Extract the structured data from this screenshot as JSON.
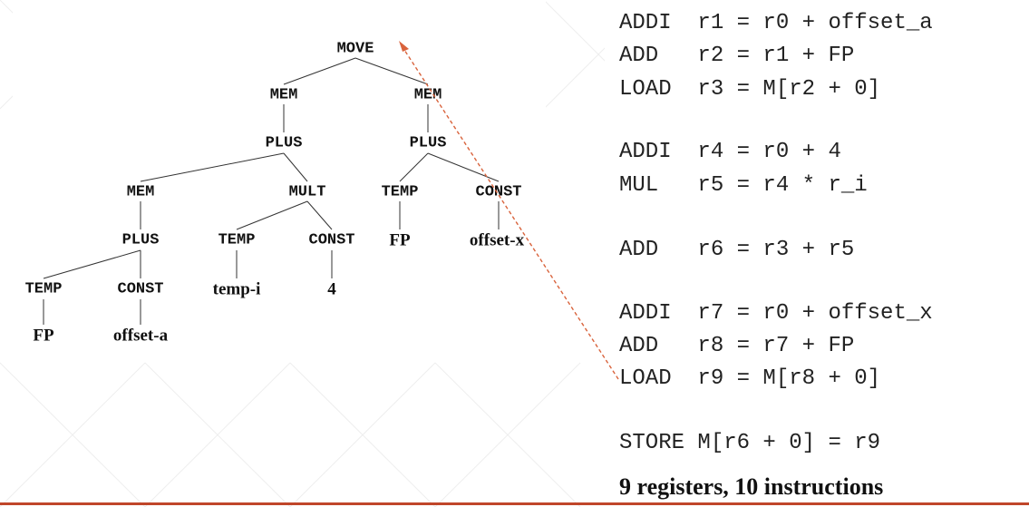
{
  "tree": {
    "nodes": [
      {
        "id": "move",
        "label": "MOVE"
      },
      {
        "id": "mem-left",
        "label": "MEM"
      },
      {
        "id": "mem-right",
        "label": "MEM"
      },
      {
        "id": "plus-left",
        "label": "PLUS"
      },
      {
        "id": "plus-right",
        "label": "PLUS"
      },
      {
        "id": "mem-inner",
        "label": "MEM"
      },
      {
        "id": "mult",
        "label": "MULT"
      },
      {
        "id": "temp-fp-right",
        "label": "TEMP"
      },
      {
        "id": "const-offset-x",
        "label": "CONST"
      },
      {
        "id": "plus-inner",
        "label": "PLUS"
      },
      {
        "id": "temp-i",
        "label": "TEMP"
      },
      {
        "id": "const-4",
        "label": "CONST"
      },
      {
        "id": "fp-right",
        "label": "FP"
      },
      {
        "id": "offset-x",
        "label": "offset-x"
      },
      {
        "id": "temp-fp-left",
        "label": "TEMP"
      },
      {
        "id": "const-offset-a",
        "label": "CONST"
      },
      {
        "id": "temp-i-leaf",
        "label": "temp-i"
      },
      {
        "id": "four",
        "label": "4"
      },
      {
        "id": "fp-left",
        "label": "FP"
      },
      {
        "id": "offset-a",
        "label": "offset-a"
      }
    ]
  },
  "code": {
    "lines": [
      "ADDI  r1 = r0 + offset_a",
      "ADD   r2 = r1 + FP",
      "LOAD  r3 = M[r2 + 0]",
      "ADDI  r4 = r0 + 4",
      "MUL   r5 = r4 * r_i",
      "ADD   r6 = r3 + r5",
      "ADDI  r7 = r0 + offset_x",
      "ADD   r8 = r7 + FP",
      "LOAD  r9 = M[r8 + 0]",
      "STORE M[r6 + 0] = r9"
    ],
    "summary": "9 registers, 10 instructions"
  },
  "colors": {
    "arrow": "#d9633c",
    "rule": "#c0462a",
    "background_pattern": "#eeeeee"
  }
}
